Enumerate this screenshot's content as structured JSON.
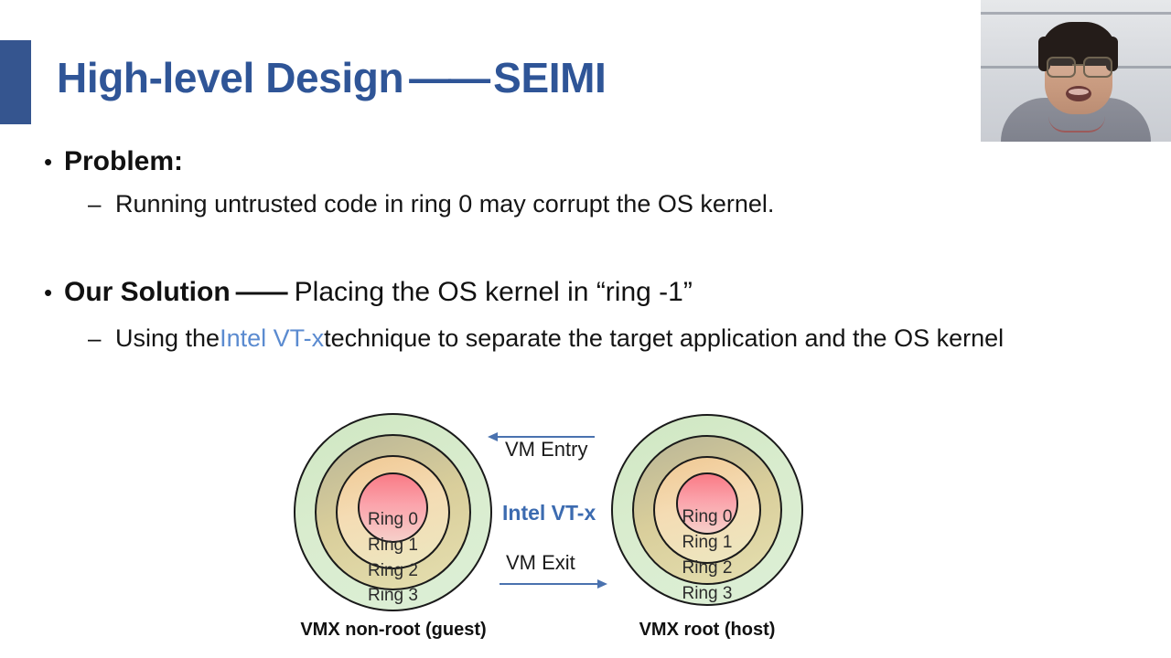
{
  "slide": {
    "title_main": "High-level Design",
    "title_dash": "——",
    "title_suffix": "SEIMI",
    "accent_color": "#2F5597"
  },
  "bullets": [
    {
      "marker": "•",
      "label": "Problem:",
      "sub_marker": "–",
      "sub_text": "Running untrusted code in ring 0 may corrupt the OS kernel."
    },
    {
      "marker": "•",
      "label": "Our Solution",
      "dash": "——",
      "rest": "Placing the OS kernel in “ring -1”",
      "sub_marker": "–",
      "sub_pre": "Using the ",
      "sub_accent": "Intel VT-x",
      "sub_post": " technique to separate the target application and the OS kernel"
    }
  ],
  "diagram": {
    "left": {
      "caption": "VMX non-root (guest)",
      "rings": [
        "Ring 0",
        "Ring 1",
        "Ring 2",
        "Ring 3"
      ]
    },
    "right": {
      "caption": "VMX root (host)",
      "rings": [
        "Ring 0",
        "Ring 1",
        "Ring 2",
        "Ring 3"
      ]
    },
    "center": {
      "vm_entry": "VM Entry",
      "vtx": "Intel VT-x",
      "vm_exit": "VM Exit",
      "arrow_color": "#4A72AF"
    }
  }
}
